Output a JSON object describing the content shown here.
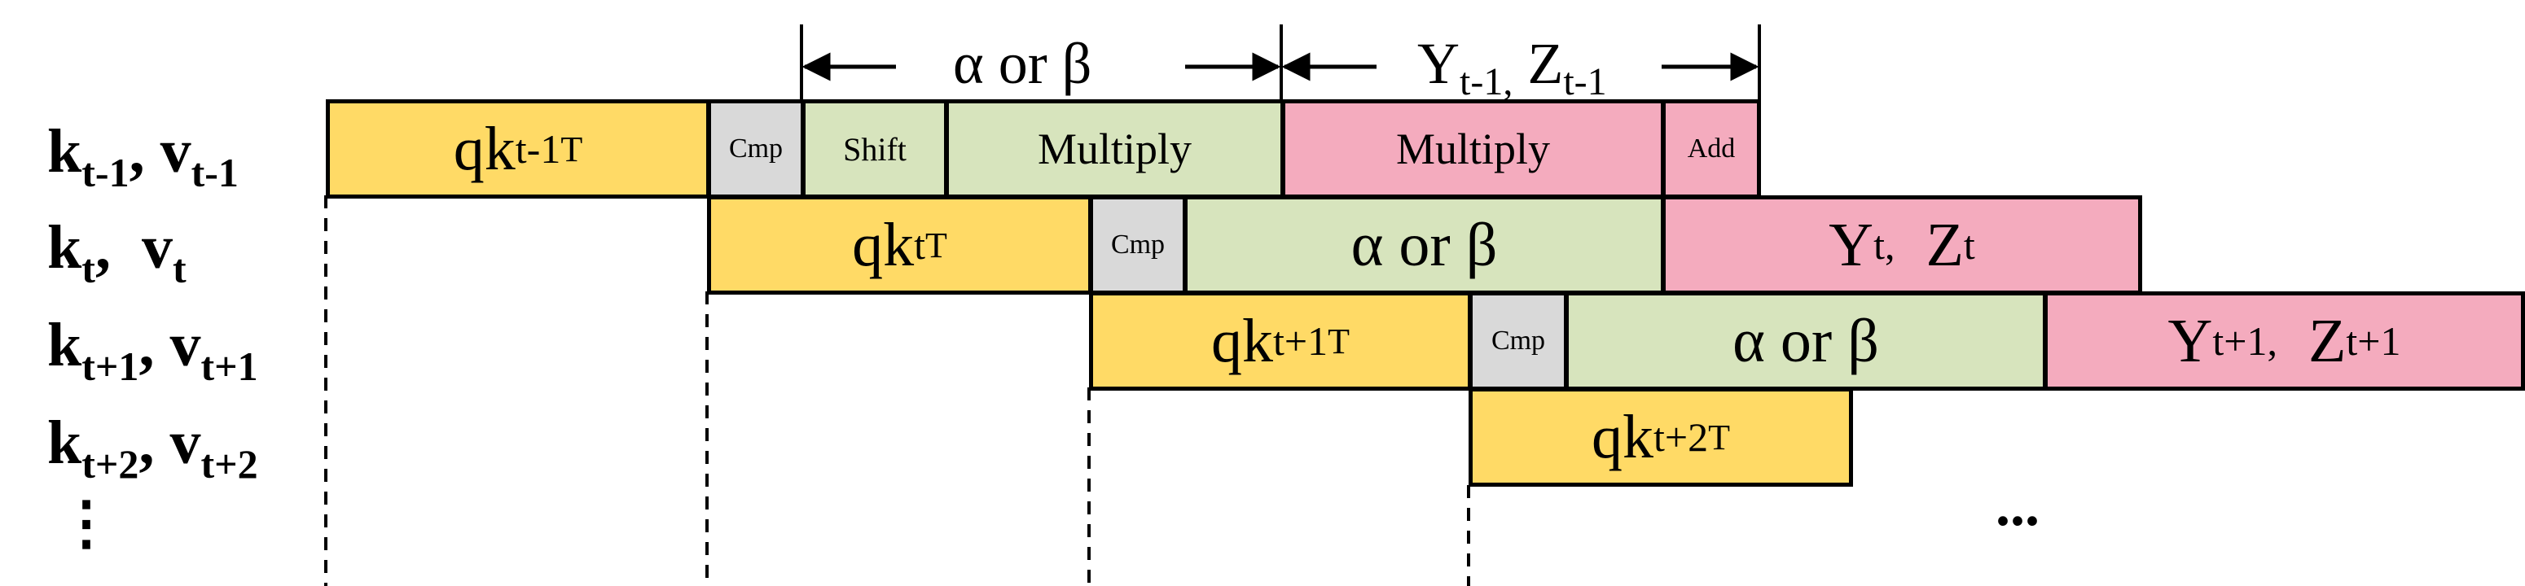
{
  "rows": [
    {
      "main": "k",
      "sub": "t-1",
      "sep": ", ",
      "main2": "v",
      "sub2": "t-1"
    },
    {
      "main": "k",
      "sub": "t",
      "sep": ",  ",
      "main2": "v",
      "sub2": "t"
    },
    {
      "main": "k",
      "sub": "t+1",
      "sep": ", ",
      "main2": "v",
      "sub2": "t+1"
    },
    {
      "main": "k",
      "sub": "t+2",
      "sep": ", ",
      "main2": "v",
      "sub2": "t+2"
    }
  ],
  "ellipsis_vertical": "⋮",
  "ellipsis_horizontal": "...",
  "spans": {
    "alpha_beta": "α or β",
    "yz": {
      "y": "Y",
      "y_sub": "t-1,",
      "z": "Z",
      "z_sub": "t-1"
    }
  },
  "blocks": {
    "r0": {
      "qk": {
        "base": "qk",
        "sub": "t-1",
        "sup": "T"
      },
      "cmp": "Cmp",
      "shift": "Shift",
      "multiply1": "Multiply",
      "multiply2": "Multiply",
      "add": "Add"
    },
    "r1": {
      "qk": {
        "base": "qk",
        "sub": "t",
        "sup": "T"
      },
      "cmp": "Cmp",
      "ab": "α or β",
      "yz": {
        "y": "Y",
        "y_sub": "t,",
        "z": "Z",
        "z_sub": "t"
      }
    },
    "r2": {
      "qk": {
        "base": "qk",
        "sub": "t+1",
        "sup": "T"
      },
      "cmp": "Cmp",
      "ab": "α or β",
      "yz": {
        "y": "Y",
        "y_sub": "t+1,",
        "z": "Z",
        "z_sub": "t+1"
      }
    },
    "r3": {
      "qk": {
        "base": "qk",
        "sub": "t+2",
        "sup": "T"
      }
    }
  },
  "colors": {
    "qk": "#FFDA66",
    "cmp": "#D9D9D9",
    "alpha_beta": "#D7E4BD",
    "yz": "#F4ABBE",
    "line": "#000000"
  }
}
